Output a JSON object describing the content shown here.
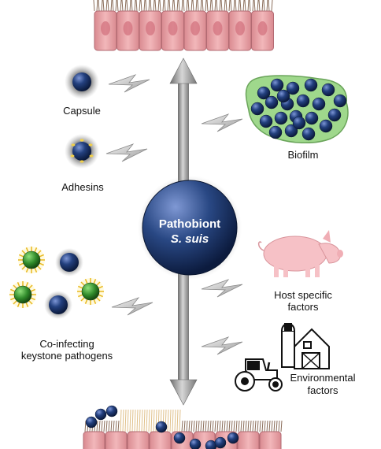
{
  "center": {
    "title": "Pathobiont",
    "species": "S. suis"
  },
  "factors": {
    "capsule": "Capsule",
    "biofilm": "Biofilm",
    "adhesins": "Adhesins",
    "host_line1": "Host specific",
    "host_line2": "factors",
    "coinf_line1": "Co-infecting",
    "coinf_line2": "keystone pathogens",
    "env_line1": "Environmental",
    "env_line2": "factors"
  },
  "colors": {
    "epithelium": "#e9a4a8",
    "bacteria": "#1e3a78",
    "biofilm": "#9fd88c",
    "green_pathogen": "#2f8a2a",
    "pig": "#f6c1c6",
    "arrow": "#8c8c8c"
  }
}
